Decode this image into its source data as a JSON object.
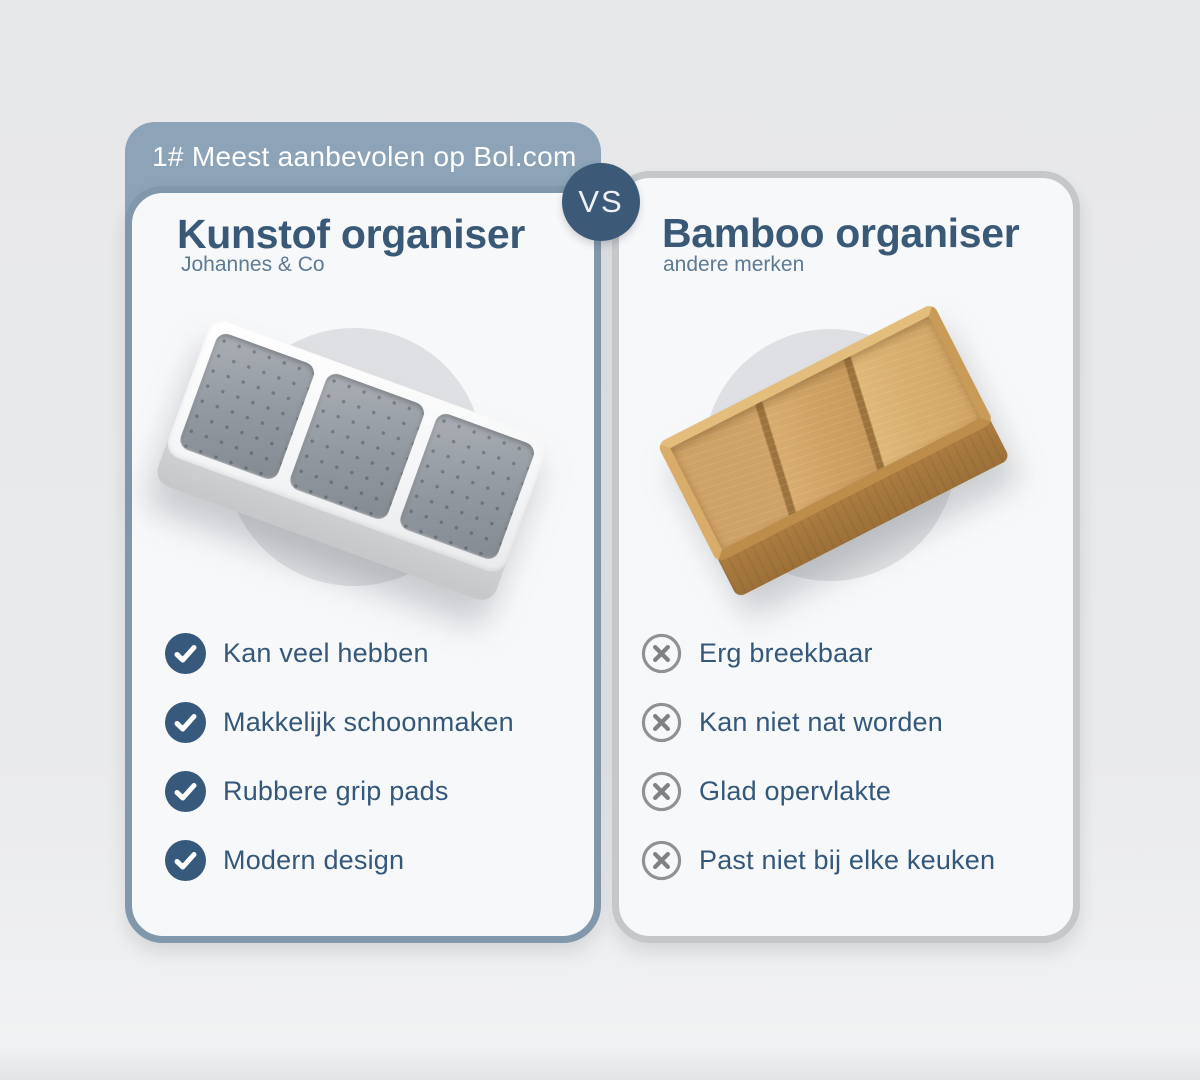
{
  "badge": {
    "label": "1# Meest aanbevolen op Bol.com",
    "color": "#8da3b8"
  },
  "vs_badge": {
    "label": "VS",
    "color": "#3c5a77"
  },
  "left_card": {
    "title": "Kunstof organiser",
    "subtitle": "Johannes & Co",
    "product_image": "white-plastic-drawer-organiser-with-grey-rubber-grip-pads",
    "border_color": "#8197ab",
    "features": [
      {
        "icon": "check-icon",
        "label": "Kan veel hebben"
      },
      {
        "icon": "check-icon",
        "label": "Makkelijk schoonmaken"
      },
      {
        "icon": "check-icon",
        "label": "Rubbere grip pads"
      },
      {
        "icon": "check-icon",
        "label": "Modern design"
      }
    ]
  },
  "right_card": {
    "title": "Bamboo organiser",
    "subtitle": "andere merken",
    "product_image": "bamboo-wooden-drawer-organiser",
    "border_color": "#c5c7c9",
    "features": [
      {
        "icon": "cross-icon",
        "label": "Erg breekbaar"
      },
      {
        "icon": "cross-icon",
        "label": "Kan niet nat worden"
      },
      {
        "icon": "cross-icon",
        "label": "Glad opervlakte"
      },
      {
        "icon": "cross-icon",
        "label": "Past niet bij elke keuken"
      }
    ]
  },
  "colors": {
    "title_text": "#3a5977",
    "subtitle_text": "#5e7a93",
    "list_text": "#35587a",
    "check_fill": "#36597c",
    "cross_stroke": "#85878a",
    "card_background": "#f7f8fa",
    "page_background": "#e8e9eb"
  }
}
